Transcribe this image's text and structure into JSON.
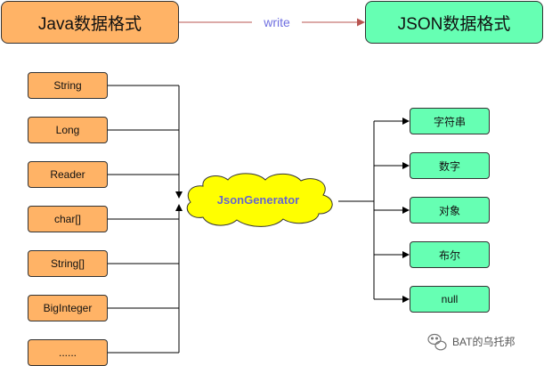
{
  "header": {
    "java_format": "Java数据格式",
    "json_format": "JSON数据格式",
    "arrow_label": "write"
  },
  "inputs": [
    "String",
    "Long",
    "Reader",
    "char[]",
    "String[]",
    "BigInteger",
    "......"
  ],
  "generator": "JsonGenerator",
  "outputs": [
    "字符串",
    "数字",
    "对象",
    "布尔",
    "null"
  ],
  "watermark": "BAT的乌托邦",
  "colors": {
    "java_fill": "#FFB366",
    "json_fill": "#66FFB3",
    "cloud_fill": "#FFFF00",
    "write_arrow": "#B85450",
    "write_text": "#6F6FE0"
  }
}
